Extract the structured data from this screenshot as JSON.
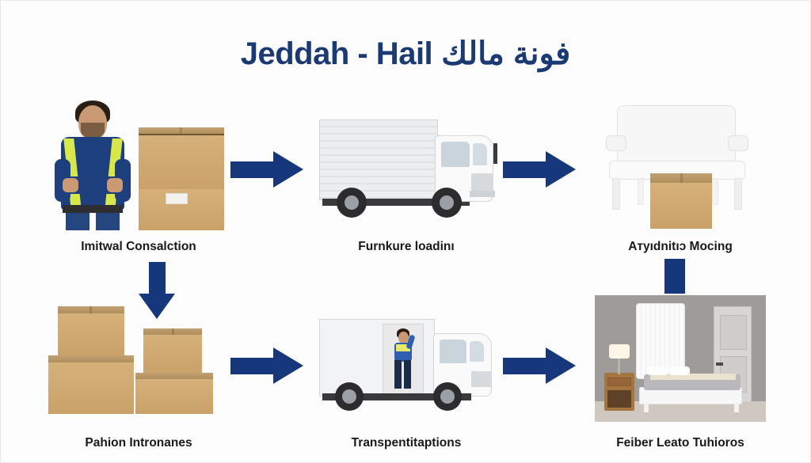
{
  "title": "فونة مالك Jeddah - Hail",
  "colors": {
    "title_navy": "#1b3a73",
    "arrow_navy": "#17377d",
    "caption_text": "#19191b",
    "background": "#fdfdfd"
  },
  "steps": [
    {
      "caption": "Imitwal Consalction",
      "art": "worker-with-boxes"
    },
    {
      "caption": "Furnkure loadinı",
      "art": "box-truck"
    },
    {
      "caption": "Aтyıdnitıɔ Mocing",
      "art": "white-bench-with-box"
    },
    {
      "caption": "Pahion Intronanes",
      "art": "stacked-cardboard-boxes"
    },
    {
      "caption": "Transpentitaptions",
      "art": "truck-with-loader"
    },
    {
      "caption": "Feiber Leato Tuhioros",
      "art": "furnished-bedroom"
    }
  ],
  "connectors": [
    {
      "name": "arrow-step1-to-step2",
      "direction": "right"
    },
    {
      "name": "arrow-step2-to-step3",
      "direction": "right"
    },
    {
      "name": "arrow-step1-to-step4",
      "direction": "down"
    },
    {
      "name": "arrow-step4-to-step5",
      "direction": "right"
    },
    {
      "name": "arrow-step5-to-step6",
      "direction": "right"
    },
    {
      "name": "connector-step3-to-step6",
      "direction": "down-bar"
    }
  ]
}
